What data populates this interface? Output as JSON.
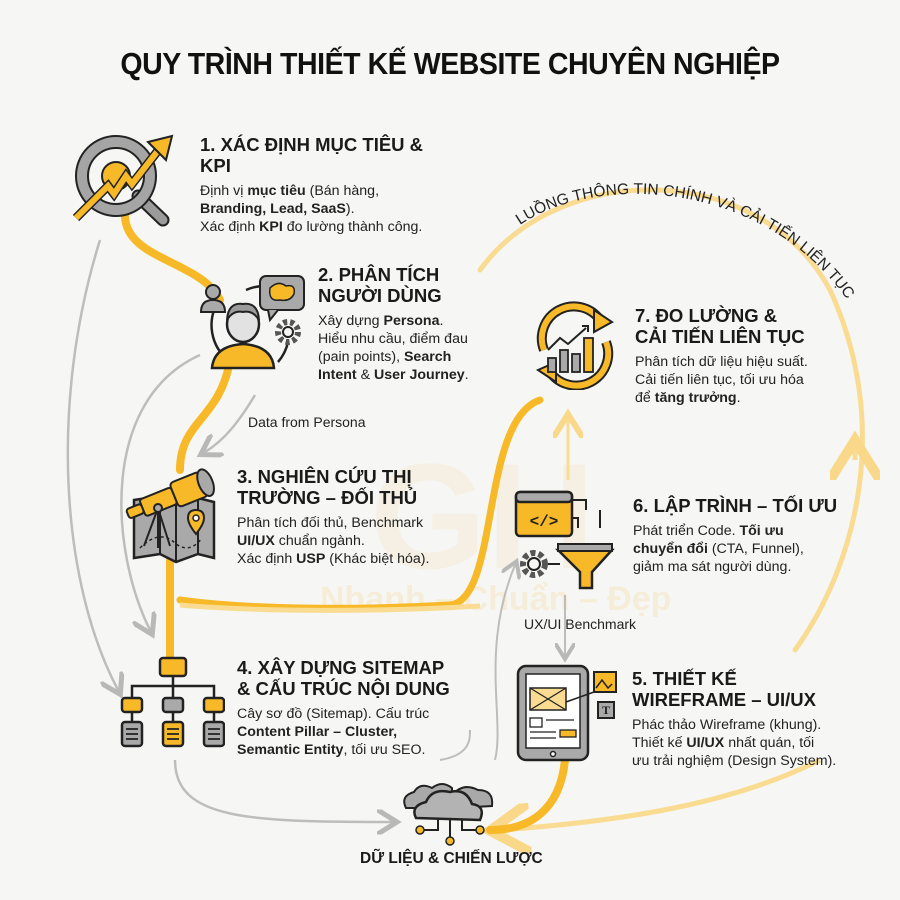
{
  "title": "QUY TRÌNH THIẾT KẾ WEBSITE CHUYÊN NGHIỆP",
  "colors": {
    "accent": "#f7b928",
    "accent_light": "#f9dc92",
    "gray": "#b5b5b5",
    "dark": "#1d1d1d",
    "background": "#f6f6f4"
  },
  "loop_label": "LUỒNG THÔNG TIN CHÍNH VÀ CẢI TIẾN LIÊN TỤC",
  "watermark": {
    "logo": "GH",
    "slogan": "Nhanh – Chuẩn – Đẹp"
  },
  "steps": [
    {
      "number": "1",
      "heading": "1. XÁC ĐỊNH MỤC TIÊU & KPI",
      "icon": "magnifier-growth-arrow-icon",
      "lines": [
        [
          {
            "t": "Định vị "
          },
          {
            "t": "mục tiêu",
            "b": true
          },
          {
            "t": " (Bán hàng,"
          }
        ],
        [
          {
            "t": "Branding, Lead, SaaS",
            "b": true
          },
          {
            "t": ")."
          }
        ],
        [
          {
            "t": "Xác định "
          },
          {
            "t": "KPI",
            "b": true
          },
          {
            "t": " đo lường thành công."
          }
        ]
      ]
    },
    {
      "number": "2",
      "heading_lines": [
        "2. PHÂN TÍCH",
        "NGƯỜI DÙNG"
      ],
      "icon": "user-persona-icon",
      "lines": [
        [
          {
            "t": "Xây dựng "
          },
          {
            "t": "Persona",
            "b": true
          },
          {
            "t": "."
          }
        ],
        [
          {
            "t": "Hiểu nhu cầu, điểm đau"
          }
        ],
        [
          {
            "t": "(pain points), "
          },
          {
            "t": "Search",
            "b": true
          }
        ],
        [
          {
            "t": "Intent",
            "b": true
          },
          {
            "t": " & "
          },
          {
            "t": "User Journey",
            "b": true
          },
          {
            "t": "."
          }
        ]
      ]
    },
    {
      "number": "3",
      "heading_lines": [
        "3. NGHIÊN CỨU THỊ",
        "TRƯỜNG – ĐỐI THỦ"
      ],
      "icon": "telescope-map-icon",
      "lines": [
        [
          {
            "t": "Phân tích đối thủ, Benchmark"
          }
        ],
        [
          {
            "t": "UI/UX",
            "b": true
          },
          {
            "t": " chuẩn ngành."
          }
        ],
        [
          {
            "t": "Xác định "
          },
          {
            "t": "USP",
            "b": true
          },
          {
            "t": " (Khác biệt hóa)."
          }
        ]
      ]
    },
    {
      "number": "4",
      "heading_lines": [
        "4. XÂY DỰNG SITEMAP",
        "& CẤU TRÚC NỘI DUNG"
      ],
      "icon": "sitemap-tree-icon",
      "lines": [
        [
          {
            "t": "Cây sơ đồ (Sitemap). Cấu trúc"
          }
        ],
        [
          {
            "t": "Content Pillar – Cluster,",
            "b": true
          }
        ],
        [
          {
            "t": "Semantic Entity",
            "b": true
          },
          {
            "t": ", tối ưu SEO."
          }
        ]
      ]
    },
    {
      "number": "5",
      "heading_lines": [
        "5. THIẾT KẾ",
        "WIREFRAME – UI/UX"
      ],
      "icon": "tablet-wireframe-icon",
      "lines": [
        [
          {
            "t": "Phác thảo Wireframe (khung)."
          }
        ],
        [
          {
            "t": "Thiết kế "
          },
          {
            "t": "UI/UX",
            "b": true
          },
          {
            "t": " nhất quán, tối"
          }
        ],
        [
          {
            "t": "ưu trải nghiệm (Design System)."
          }
        ]
      ]
    },
    {
      "number": "6",
      "heading": "6. LẬP TRÌNH – TỐI ƯU",
      "icon": "code-funnel-icon",
      "lines": [
        [
          {
            "t": "Phát triển Code. "
          },
          {
            "t": "Tối ưu",
            "b": true
          }
        ],
        [
          {
            "t": "chuyển đổi",
            "b": true
          },
          {
            "t": " (CTA, Funnel),"
          }
        ],
        [
          {
            "t": "giảm ma sát người dùng."
          }
        ]
      ]
    },
    {
      "number": "7",
      "heading_lines": [
        "7. ĐO LƯỜNG &",
        "CẢI TIẾN LIÊN TỤC"
      ],
      "icon": "cycle-chart-icon",
      "lines": [
        [
          {
            "t": "Phân tích dữ liệu hiệu suất."
          }
        ],
        [
          {
            "t": "Cải tiến liên tục, tối ưu hóa"
          }
        ],
        [
          {
            "t": "để "
          },
          {
            "t": "tăng trưởng",
            "b": true
          },
          {
            "t": "."
          }
        ]
      ]
    }
  ],
  "connector_labels": {
    "persona": "Data from Persona",
    "benchmark": "UX/UI Benchmark"
  },
  "hub": {
    "label": "DỮ LIỆU & CHIẾN LƯỢC",
    "icon": "cloud-network-icon"
  }
}
